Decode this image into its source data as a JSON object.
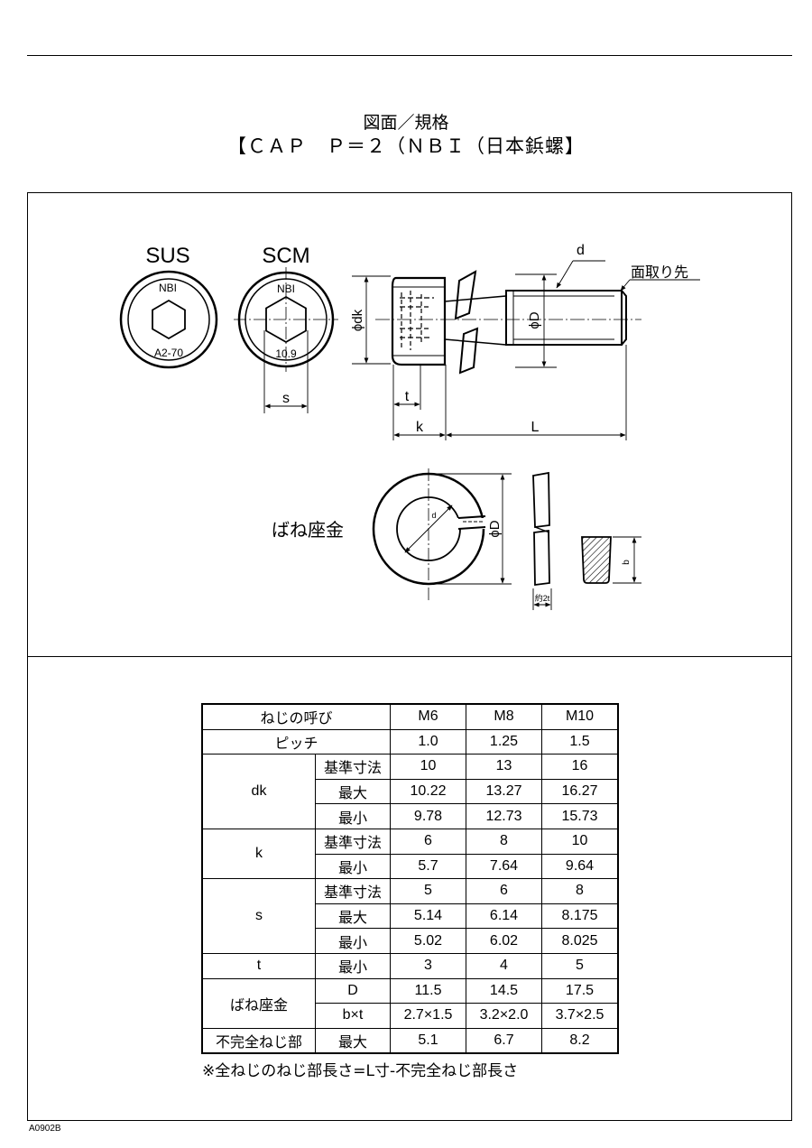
{
  "header": {
    "title_line1": "図面／規格",
    "title_line2": "【ＣＡＰ　Ｐ＝２（ＮＢＩ（日本鋲螺】"
  },
  "drawing": {
    "sus_label": "SUS",
    "scm_label": "SCM",
    "head_mark_top": "NBI",
    "sus_grade": "A2-70",
    "scm_grade": "10.9",
    "dim_s": "s",
    "dim_dk": "ϕdk",
    "dim_t": "t",
    "dim_k": "k",
    "dim_L": "L",
    "dim_d": "d",
    "dim_D": "ϕD",
    "chamfer_label": "面取り先",
    "washer_label": "ばね座金",
    "washer_d": "d",
    "washer_D": "ϕD",
    "washer_thickness": "約2t",
    "washer_b": "b"
  },
  "table": {
    "header": {
      "label": "ねじの呼び",
      "sizes": [
        "M6",
        "M8",
        "M10"
      ]
    },
    "pitch": {
      "label": "ピッチ",
      "values": [
        "1.0",
        "1.25",
        "1.5"
      ]
    },
    "dk": {
      "label": "dk",
      "rows": [
        {
          "sub": "基準寸法",
          "values": [
            "10",
            "13",
            "16"
          ]
        },
        {
          "sub": "最大",
          "values": [
            "10.22",
            "13.27",
            "16.27"
          ]
        },
        {
          "sub": "最小",
          "values": [
            "9.78",
            "12.73",
            "15.73"
          ]
        }
      ]
    },
    "k": {
      "label": "k",
      "rows": [
        {
          "sub": "基準寸法",
          "values": [
            "6",
            "8",
            "10"
          ]
        },
        {
          "sub": "最小",
          "values": [
            "5.7",
            "7.64",
            "9.64"
          ]
        }
      ]
    },
    "s": {
      "label": "s",
      "rows": [
        {
          "sub": "基準寸法",
          "values": [
            "5",
            "6",
            "8"
          ]
        },
        {
          "sub": "最大",
          "values": [
            "5.14",
            "6.14",
            "8.175"
          ]
        },
        {
          "sub": "最小",
          "values": [
            "5.02",
            "6.02",
            "8.025"
          ]
        }
      ]
    },
    "t": {
      "label": "t",
      "sub": "最小",
      "values": [
        "3",
        "4",
        "5"
      ]
    },
    "washer": {
      "label": "ばね座金",
      "rows": [
        {
          "sub": "D",
          "values": [
            "11.5",
            "14.5",
            "17.5"
          ]
        },
        {
          "sub": "b×t",
          "values": [
            "2.7×1.5",
            "3.2×2.0",
            "3.7×2.5"
          ]
        }
      ]
    },
    "incomplete": {
      "label": "不完全ねじ部",
      "sub": "最大",
      "values": [
        "5.1",
        "6.7",
        "8.2"
      ]
    }
  },
  "note": "※全ねじのねじ部長さ=L寸-不完全ねじ部長さ",
  "footer_code": "A0902B"
}
